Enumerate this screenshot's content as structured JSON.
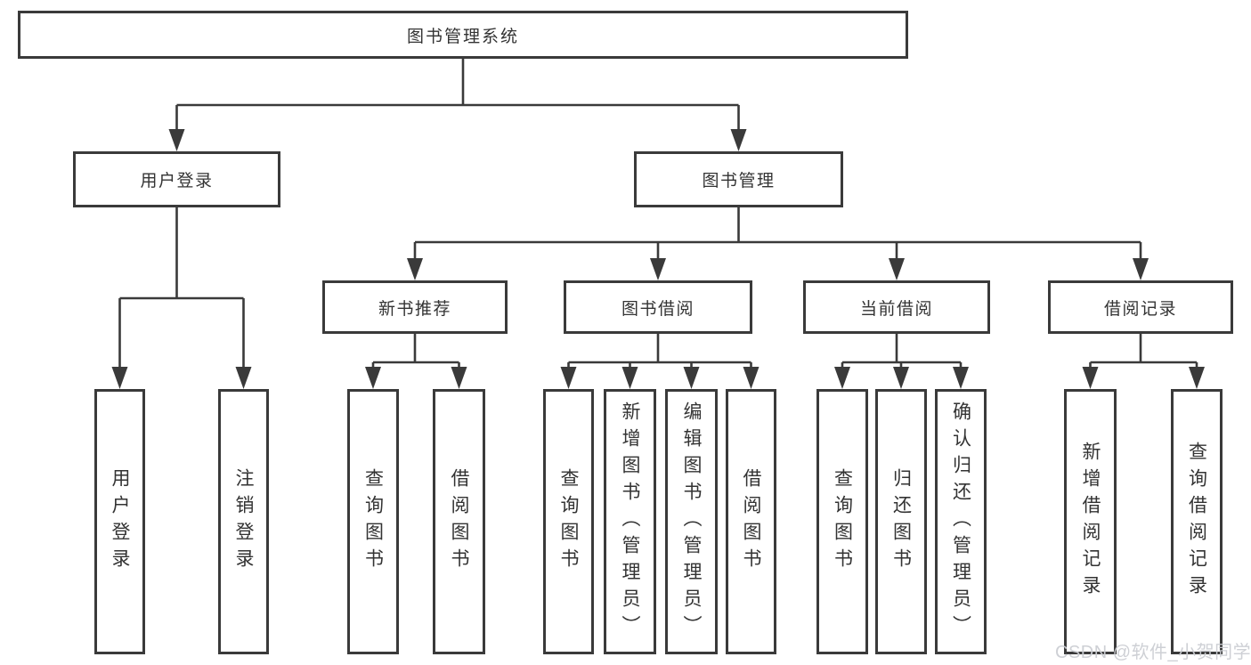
{
  "diagram": {
    "tree": {
      "label": "图书管理系统",
      "children": [
        {
          "label": "用户登录",
          "children": [
            {
              "label": "用户登录"
            },
            {
              "label": "注销登录"
            }
          ]
        },
        {
          "label": "图书管理",
          "children": [
            {
              "label": "新书推荐",
              "children": [
                {
                  "label": "查询图书"
                },
                {
                  "label": "借阅图书"
                }
              ]
            },
            {
              "label": "图书借阅",
              "children": [
                {
                  "label": "查询图书"
                },
                {
                  "label": "新增图书（管理员）"
                },
                {
                  "label": "编辑图书（管理员）"
                },
                {
                  "label": "借阅图书"
                }
              ]
            },
            {
              "label": "当前借阅",
              "children": [
                {
                  "label": "查询图书"
                },
                {
                  "label": "归还图书"
                },
                {
                  "label": "确认归还（管理员）"
                }
              ]
            },
            {
              "label": "借阅记录",
              "children": [
                {
                  "label": "新增借阅记录"
                },
                {
                  "label": "查询借阅记录"
                }
              ]
            }
          ]
        }
      ]
    },
    "style": {
      "line_color": "#3a3a3a",
      "watermark_color": "#cbcdd3"
    }
  },
  "watermark": {
    "text": "CSDN @软件_小贺同学"
  }
}
